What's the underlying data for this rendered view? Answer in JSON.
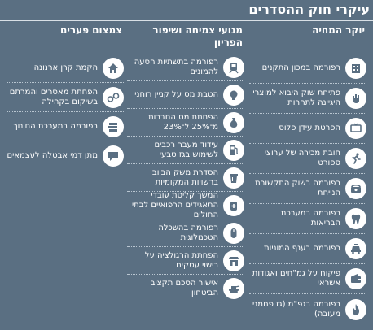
{
  "title": "עיקרי חוק ההסדרים",
  "columns": {
    "right": {
      "header": "יוקר המחיה",
      "items": [
        {
          "label": "רפורמה במכון התקנים",
          "icon": "building-icon"
        },
        {
          "label": "פתיחת שוק היבוא למוצרי היגיינה לתחרות",
          "icon": "hand-icon"
        },
        {
          "label": "הפרטת עידן פלוס",
          "icon": "tv-icon"
        },
        {
          "label": "חובת מכירה של ערוצי ספורט",
          "icon": "runner-icon"
        },
        {
          "label": "רפורמה בשוק התקשורת הנייחת",
          "icon": "phone-icon"
        },
        {
          "label": "רפורמה במערכת הבריאות",
          "icon": "tooth-icon"
        },
        {
          "label": "רפורמה בענף המוניות",
          "icon": "taxi-icon"
        },
        {
          "label": "פיקוח על גמ\"חים ואגודות אשראי",
          "icon": "wallet-icon"
        },
        {
          "label": "רפורמה בגפ\"מ (גז פחמני מעובה)",
          "icon": "flame-icon"
        }
      ]
    },
    "middle": {
      "header": "מנועי צמיחה ושיפור הפריון",
      "items": [
        {
          "label": "רפורמה בתשתיות הסעה להמונים",
          "icon": "train-icon"
        },
        {
          "label": "הטבת מס על קניין רוחני",
          "icon": "bulb-icon"
        },
        {
          "label": "הפחתת מס החברות מ־25% ל־23%",
          "icon": "money-bag-icon"
        },
        {
          "label": "עידוד מעבר רכבים לשימוש בגז טבעי",
          "icon": "gas-pump-icon"
        },
        {
          "label": "הסדרת משק הביוב ברשויות המקומיות",
          "icon": "trash-icon"
        },
        {
          "label": "המשך קליטת עובדי התאגידים הרפואיים לבתי החולים",
          "icon": "bandage-icon"
        },
        {
          "label": "רפורמה בהשכלה הטכנולוגית",
          "icon": "mouse-icon"
        },
        {
          "label": "הפחתת הרגולציה על רישוי עסקים",
          "icon": "shop-icon"
        },
        {
          "label": "אישור הסכם תקציב הביטחון",
          "icon": "tank-icon"
        }
      ]
    },
    "left": {
      "header": "צמצום פערים",
      "items": [
        {
          "label": "הקמת קרן ארנונה",
          "icon": "house-icon"
        },
        {
          "label": "הפחתת מאסרים והמרתם בשיקום בקהילה",
          "icon": "handcuffs-icon"
        },
        {
          "label": "רפורמה במערכת החינוך",
          "icon": "books-icon"
        },
        {
          "label": "מתן דמי אבטלה לעצמאים",
          "icon": "chat-icon"
        }
      ]
    }
  },
  "colors": {
    "background": "#5a6f82",
    "text": "#ffffff",
    "icon_bg": "#ffffff",
    "icon_fg": "#5a6f82"
  }
}
